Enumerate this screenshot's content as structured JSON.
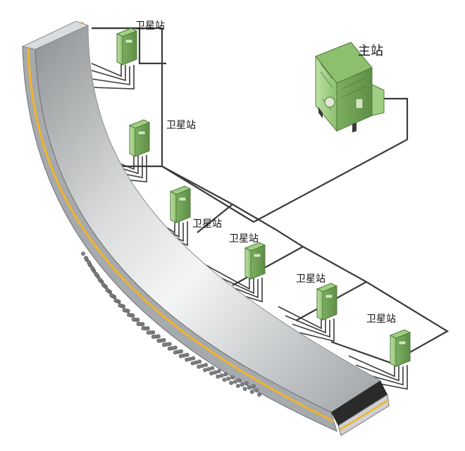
{
  "labels": {
    "master_station": "主站",
    "satellite_stations": [
      "卫星站",
      "卫星站",
      "卫星站",
      "卫星站",
      "卫星站",
      "卫星站"
    ]
  },
  "colors": {
    "belt_top": "#bfc2c4",
    "belt_highlight": "#f2f3f3",
    "belt_side": "#9a9d9f",
    "belt_stripe": "#f0b429",
    "belt_dark_layer": "#2a2a2a",
    "cable": "#3a3a3a",
    "device_green": "#a8d08a",
    "device_green_dark": "#6fa457",
    "studs": "#7d7f81"
  }
}
